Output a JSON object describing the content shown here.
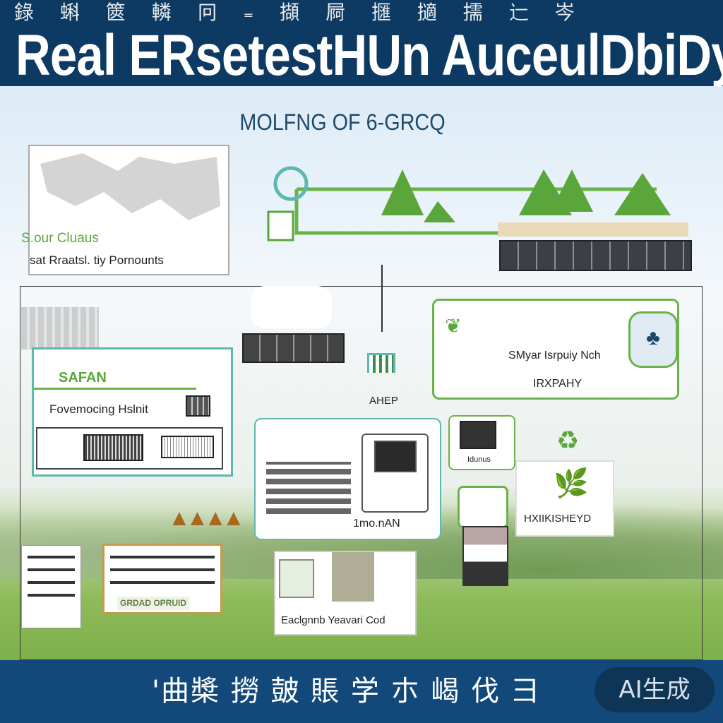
{
  "header": {
    "cjk_line": "錄 蝌 篋 轔 冋 ₌ 擷 屙 擓 擿 擩 辷 岑",
    "title": "Real ERsetestHUn AuceulDbiDy"
  },
  "subtitle": "MOLFNG OF 6-GRCQ",
  "map_card": {
    "heading": "S.our Cluaus",
    "text": "sat Rraatsl. tiy Pornounts"
  },
  "left_card": {
    "logo_text": "SAFAN",
    "label": "Fovemocing Hslnit"
  },
  "right_card": {
    "line1": "SMyar Isrpuiy Nch",
    "line2": "IRXPAHY"
  },
  "center_label": "AHEP",
  "center_card": {
    "label": "1mo.nAN"
  },
  "small_card": {
    "label": "Idunus"
  },
  "plant_card": {
    "label": "HXIIKISHEYD"
  },
  "docs": {
    "stamp": "GRDAD OPRUID"
  },
  "bottom_card": {
    "label": "Eaclgnnb Yeavari Cod"
  },
  "footer": {
    "cjk_line": "'曲槳 撈 皷 賬 学 朩 嵑 伐 彐",
    "badge": "AI生成"
  },
  "colors": {
    "navy": "#0d3a62",
    "green": "#6ab34a",
    "teal": "#5fb8b0"
  }
}
